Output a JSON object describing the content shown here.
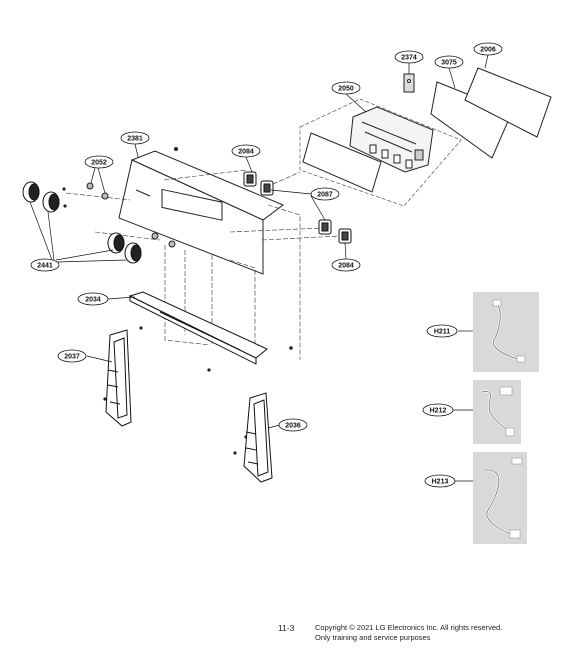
{
  "callouts": {
    "c2374": "2374",
    "c2006": "2006",
    "c3075": "3075",
    "c2050": "2050",
    "c2381": "2381",
    "c2084a": "2084",
    "c2052": "2052",
    "c2087": "2087",
    "c2084b": "2084",
    "c2441": "2441",
    "c2034": "2034",
    "c2037": "2037",
    "c2036": "2036",
    "h211": "H211",
    "h212": "H212",
    "h213": "H213"
  },
  "footer": {
    "page_number": "11-3",
    "copyright": "Copyright © 2021 LG Electronics Inc. All rights reserved.",
    "notice": "Only training and service purposes"
  }
}
